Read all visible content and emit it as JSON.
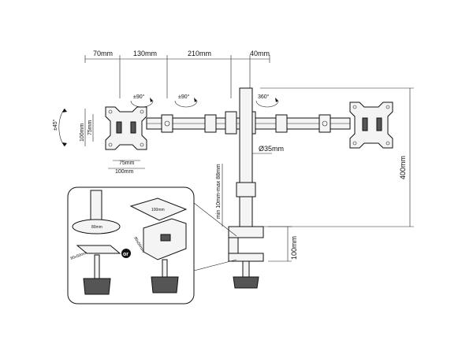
{
  "dimensions": {
    "d70": "70mm",
    "d130": "130mm",
    "d210": "210mm",
    "d40": "40mm",
    "rot_left": "±90°",
    "rot_mid": "±90°",
    "rot_right": "360°",
    "tilt": "±45°",
    "vesa_75v": "75mm",
    "vesa_100v": "100mm",
    "vesa_75h": "75mm",
    "vesa_100h": "100mm",
    "pole_diameter": "Ø35mm",
    "height_range": "min 10mm-max 88mm",
    "height_total": "400mm",
    "clamp_height": "100mm"
  },
  "inset": {
    "grommet_label": "80mm",
    "grommet_plate": "80x50mm",
    "clamp_plate": "100mm",
    "clamp_size": "80x50mm",
    "or_label": "or"
  }
}
